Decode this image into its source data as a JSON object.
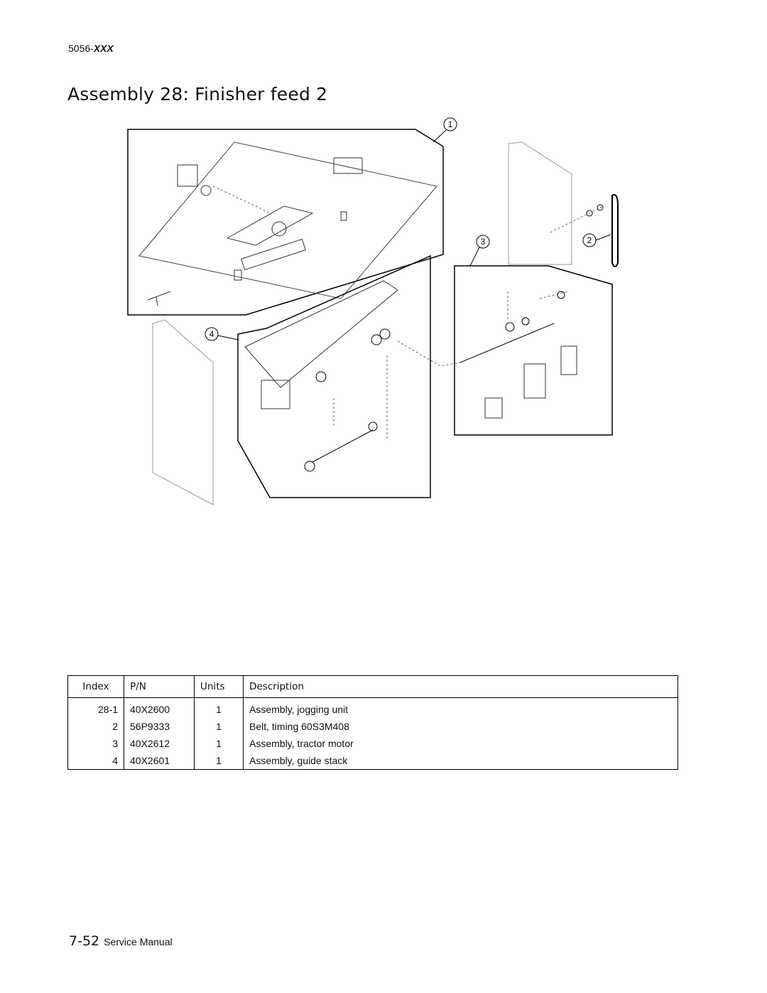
{
  "header": {
    "model_prefix": "5056-",
    "model_suffix": "XXX"
  },
  "title": "Assembly 28:  Finisher feed 2",
  "figure": {
    "callouts": [
      {
        "label": "1"
      },
      {
        "label": "2"
      },
      {
        "label": "3"
      },
      {
        "label": "4"
      }
    ]
  },
  "table": {
    "columns": [
      "Index",
      "P/N",
      "Units",
      "Description"
    ],
    "rows": [
      {
        "index": "28-1",
        "pn": "40X2600",
        "units": "1",
        "description": "Assembly, jogging unit"
      },
      {
        "index": "2",
        "pn": "56P9333",
        "units": "1",
        "description": "Belt, timing 60S3M408"
      },
      {
        "index": "3",
        "pn": "40X2612",
        "units": "1",
        "description": "Assembly, tractor motor"
      },
      {
        "index": "4",
        "pn": "40X2601",
        "units": "1",
        "description": "Assembly, guide stack"
      }
    ]
  },
  "footer": {
    "page": "7-52",
    "manual": "Service Manual"
  }
}
